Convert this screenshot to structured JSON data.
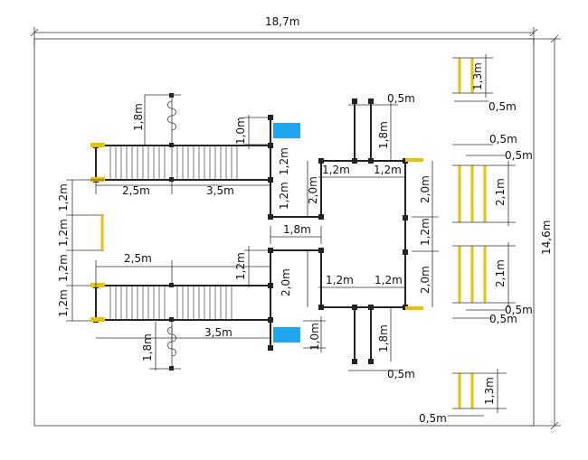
{
  "dimensions": {
    "total_width": "18,7m",
    "total_height": "14,6m",
    "top_left_climb_height": "1,8m",
    "top_left_bridge_1": "2,5m",
    "top_left_bridge_2": "3,5m",
    "top_slide_width": "1,0m",
    "top_tower_side_1": "1,2m",
    "top_tower_side_2": "1,2m",
    "top_tower_depth": "2,0m",
    "top_connector_1": "1,2m",
    "top_connector_2": "1,2m",
    "top_right_climb": "1,8m",
    "top_right_post_gap": "0,5m",
    "middle_tower_width": "1,8m",
    "left_gap_1": "1,2m",
    "left_gap_2": "1,2m",
    "left_gap_3": "1,2m",
    "left_gap_4": "1,2m",
    "bottom_left_bridge_1": "2,5m",
    "bottom_left_bridge_2": "3,5m",
    "bottom_tower_side": "1,2m",
    "bottom_tower_depth": "2,0m",
    "bottom_connector_1": "1,2m",
    "bottom_connector_2": "1,2m",
    "bottom_slide_width": "1,0m",
    "bottom_left_climb_height": "1,8m",
    "bottom_right_climb": "1,8m",
    "bottom_right_post_gap": "0,5m",
    "right_tower_depth_1": "2,0m",
    "right_tower_mid": "1,2m",
    "right_tower_depth_2": "2,0m",
    "bars_top_height": "1,3m",
    "bars_top_gap": "0,5m",
    "bars_mid_gap_1": "0,5m",
    "bars_mid_gap_2": "0,5m",
    "bars_mid_height_1": "2,1m",
    "bars_mid_height_2": "2,1m",
    "bars_mid_gap_3": "0,5m",
    "bars_mid_gap_4": "0,5m",
    "bars_bottom_height": "1,3m",
    "bars_bottom_gap": "0,5m"
  },
  "colors": {
    "slide": "#1ea7f0",
    "rail": "#e7c300",
    "line": "#222222"
  }
}
